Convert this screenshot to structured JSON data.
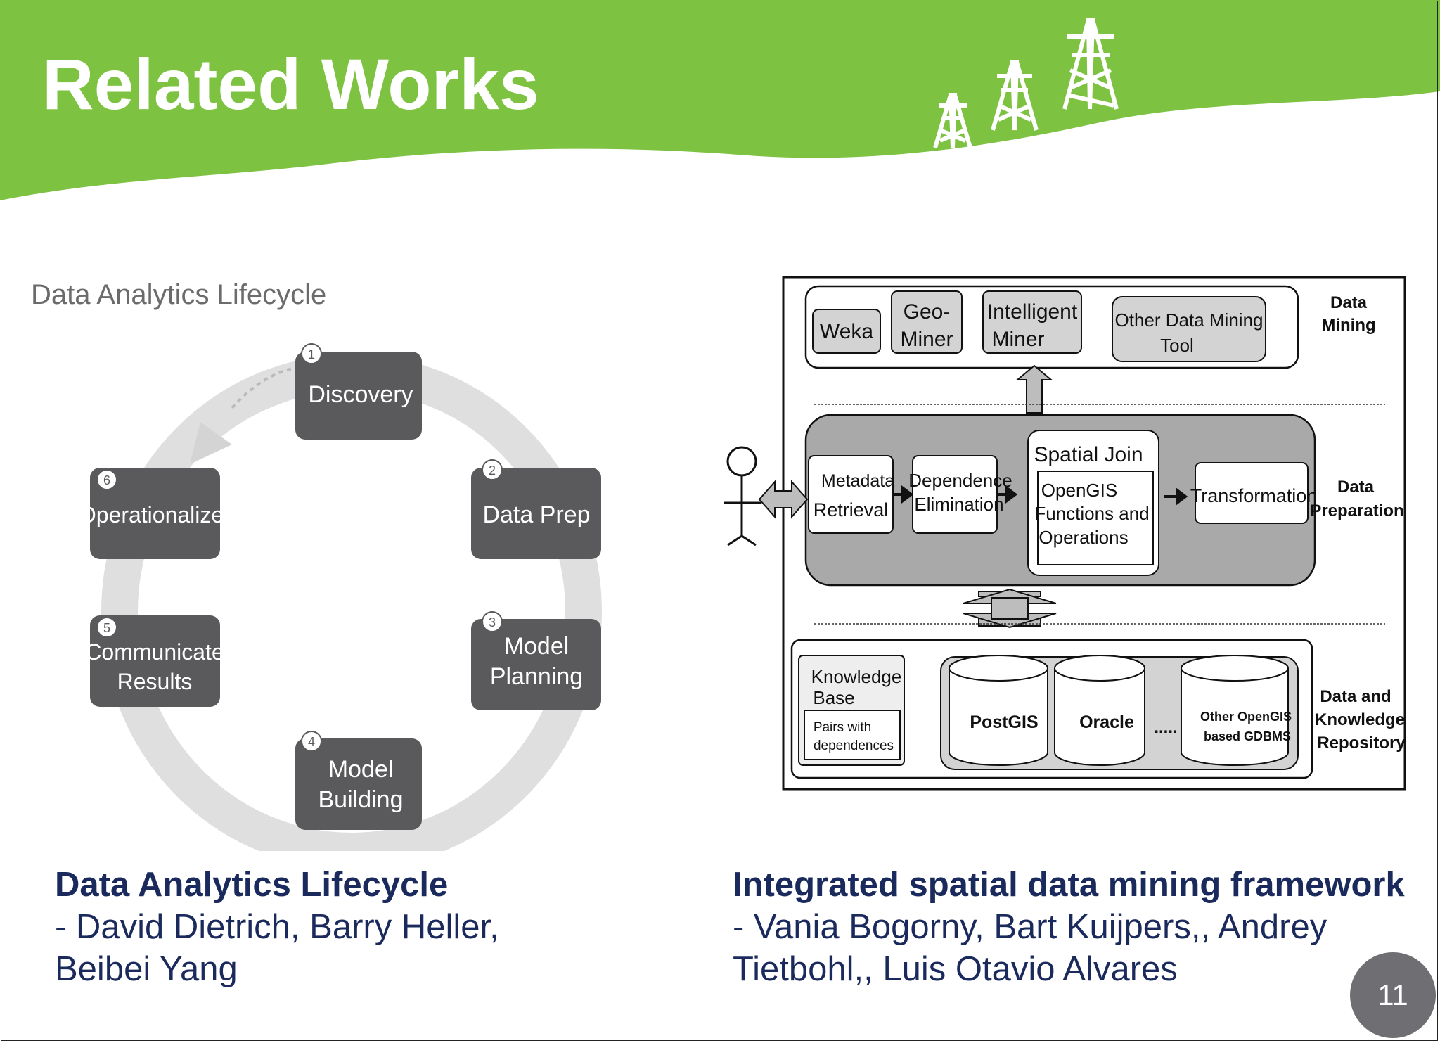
{
  "slide": {
    "title": "Related Works",
    "page_number": "11"
  },
  "lifecycle": {
    "heading": "Data Analytics Lifecycle",
    "steps": [
      {
        "num": "1",
        "label": "Discovery"
      },
      {
        "num": "2",
        "label": "Data Prep"
      },
      {
        "num": "3",
        "label_line1": "Model",
        "label_line2": "Planning"
      },
      {
        "num": "4",
        "label_line1": "Model",
        "label_line2": "Building"
      },
      {
        "num": "5",
        "label_line1": "Communicate",
        "label_line2": "Results"
      },
      {
        "num": "6",
        "label": "Operationalize"
      }
    ]
  },
  "framework": {
    "data_mining": {
      "tools": [
        {
          "label": "Weka"
        },
        {
          "line1": "Geo-",
          "line2": "Miner"
        },
        {
          "line1": "Intelligent",
          "line2": "Miner"
        },
        {
          "line1": "Other Data Mining",
          "line2": "Tool"
        }
      ],
      "layer_line1": "Data",
      "layer_line2": "Mining"
    },
    "data_preparation": {
      "metadata_line1": "Metadata",
      "metadata_line2": "Retrieval",
      "dependence_line1": "Dependence",
      "dependence_line2": "Elimination",
      "spatial_join": "Spatial Join",
      "opengis_line1": "OpenGIS",
      "opengis_line2": "Functions and",
      "opengis_line3": "Operations",
      "transformation": "Transformation",
      "layer_line1": "Data",
      "layer_line2": "Preparation"
    },
    "repository": {
      "kb_line1": "Knowledge",
      "kb_line2": "Base",
      "pairs_line1": "Pairs with",
      "pairs_line2": "dependences",
      "db1": "PostGIS",
      "db2": "Oracle",
      "dots": ".....",
      "db3_line1": "Other OpenGIS",
      "db3_line2": "based GDBMS",
      "layer_line1": "Data  and",
      "layer_line2": "Knowledge",
      "layer_line3": "Repository"
    }
  },
  "captions": {
    "left": {
      "heading": "Data Analytics Lifecycle",
      "authors_line1": "- David Dietrich, Barry Heller,",
      "authors_line2": "Beibei Yang"
    },
    "right": {
      "heading": "Integrated spatial data mining framework",
      "authors_line1": "- Vania Bogorny, Bart Kuijpers,, Andrey",
      "authors_line2": "Tietbohl,, Luis Otavio Alvares"
    }
  },
  "colors": {
    "banner_green": "#7dc241",
    "box_gray": "#5a5a5c",
    "caption_navy": "#1b2a5c",
    "badge_gray": "#6f6f73"
  }
}
